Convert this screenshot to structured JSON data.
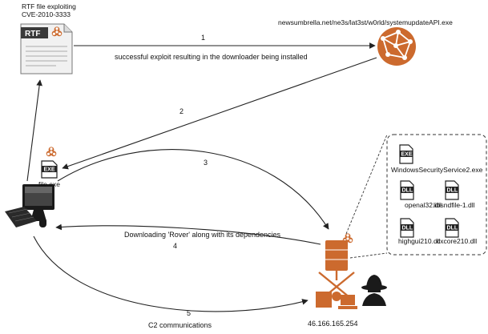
{
  "rtf_file": {
    "tag": "RTF",
    "label_line1": "RTF file exploiting",
    "label_line2": "CVE-2010-3333"
  },
  "download_url": "newsumbrella.net/ne3s/lat3st/w0rld/systemupdateAPI.exe",
  "steps": {
    "s1": "1",
    "s2": "2",
    "s3": "3",
    "s4": "4",
    "s5": "5"
  },
  "exploit_text": "successful exploit resulting in the downloader being installed",
  "downloader": {
    "tag": "EXE",
    "label": "file.exe"
  },
  "rover_text": "Downloading 'Rover' along with its dependencies",
  "c2_text": "C2 communications",
  "server_ip": "46.166.165.254",
  "payload_files": [
    {
      "tag": "EXE",
      "name": "WindowsSecurityService2.exe"
    },
    {
      "tag": "DLL",
      "name": "openal32.dll"
    },
    {
      "tag": "DLL",
      "name": "libsndfile-1.dll"
    },
    {
      "tag": "DLL",
      "name": "highgui210.dll"
    },
    {
      "tag": "DLL",
      "name": "cxcore210.dll"
    }
  ],
  "colors": {
    "accent": "#cc6a2e",
    "ink": "#111111",
    "line": "#222222"
  },
  "icons": {
    "rtf_file": "document-icon",
    "hazard": "biohazard-icon",
    "web_server": "globe-network-icon",
    "computer": "computer-icon",
    "c2_server": "server-network-icon",
    "attacker": "spy-icon"
  }
}
